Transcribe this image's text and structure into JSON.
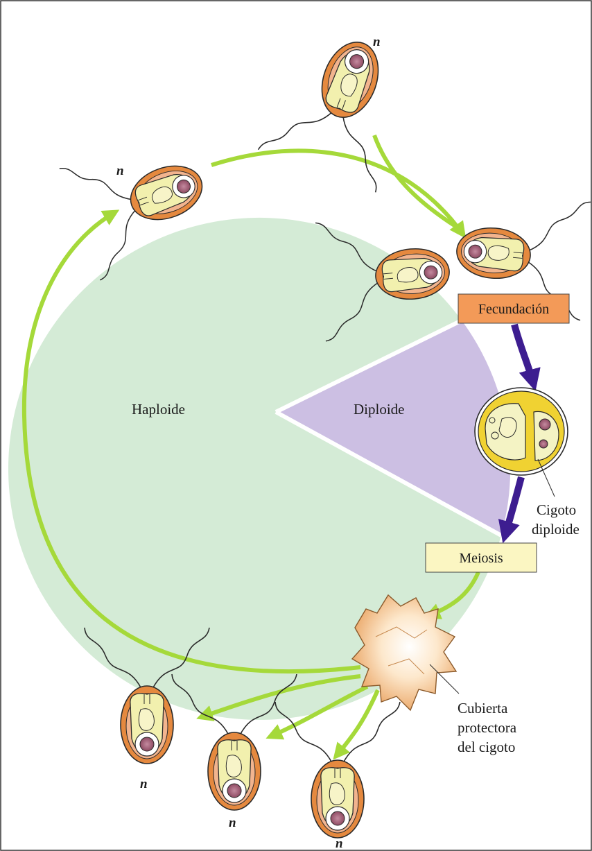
{
  "labels": {
    "haploid": "Haploide",
    "diploid": "Diploide",
    "fertilization": "Fecundación",
    "meiosis": "Meiosis",
    "zygote_line1": "Cigoto",
    "zygote_line2": "diploide",
    "wall_line1": "Cubierta",
    "wall_line2": "protectora",
    "wall_line3": "del cigoto",
    "ploidy_symbol": "n"
  },
  "colors": {
    "haploid_region": "#d4ebd6",
    "diploid_region": "#ccbfe3",
    "green_arrow": "#a5d93a",
    "purple_arrow": "#3d1d90",
    "fertilization_box": "#f39a58",
    "meiosis_box": "#fbf6c2",
    "cell_outer": "#e5893f",
    "cell_inner": "#f2b48e",
    "chloroplast": "#f2f0ae",
    "nucleus": "#a8667e",
    "zygote_wall": "#f0d232",
    "zygote_interior": "#f4f3c4"
  }
}
